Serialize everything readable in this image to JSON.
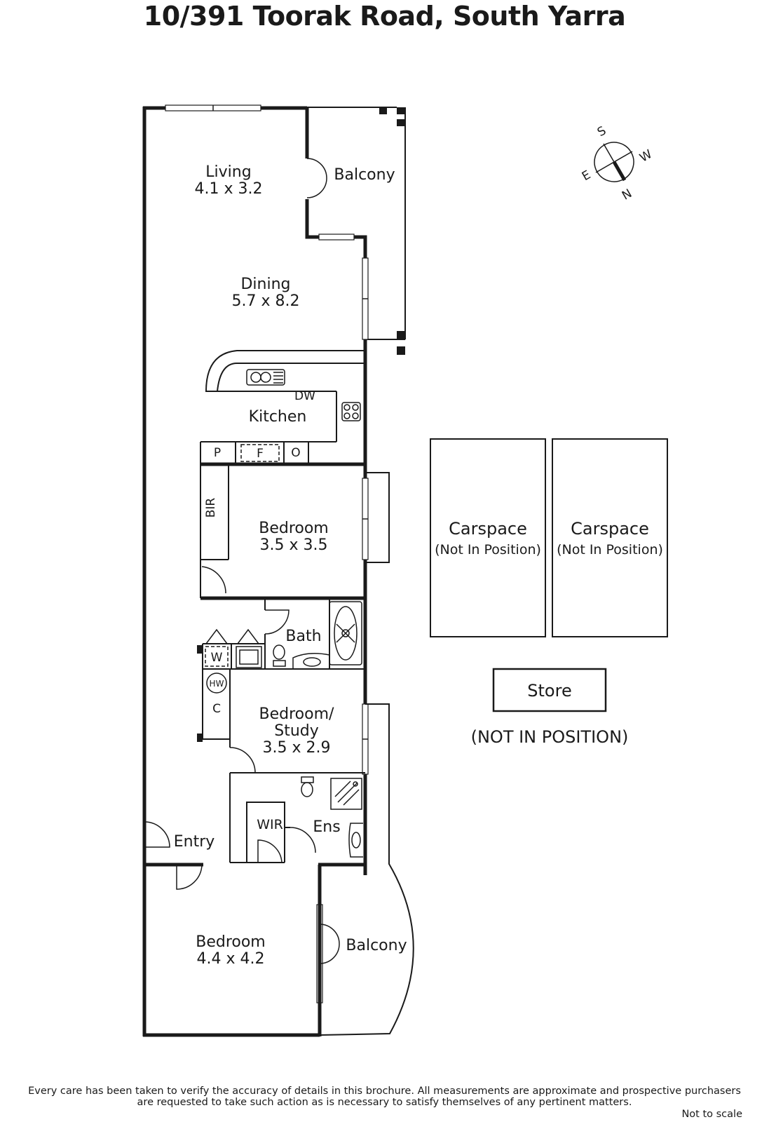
{
  "title": "10/391 Toorak Road, South Yarra",
  "rooms": {
    "living": {
      "name": "Living",
      "dims": "4.1 x 3.2"
    },
    "balcony_top": {
      "name": "Balcony"
    },
    "dining": {
      "name": "Dining",
      "dims": "5.7 x 8.2"
    },
    "kitchen": {
      "name": "Kitchen"
    },
    "bedroom2": {
      "name": "Bedroom",
      "dims": "3.5 x 3.5"
    },
    "bath": {
      "name": "Bath"
    },
    "study": {
      "name_line1": "Bedroom/",
      "name_line2": "Study",
      "dims": "3.5 x 2.9"
    },
    "wir": {
      "name": "WIR"
    },
    "ens": {
      "name": "Ens"
    },
    "entry": {
      "name": "Entry"
    },
    "bedroom1": {
      "name": "Bedroom",
      "dims": "4.4 x 4.2"
    },
    "balcony_bottom": {
      "name": "Balcony"
    }
  },
  "fixtures": {
    "dw": "DW",
    "pantry": "P",
    "fridge": "F",
    "oven": "O",
    "bir": "BIR",
    "washer": "W",
    "hot_water": "HW",
    "cupboard": "C"
  },
  "carspaces": [
    {
      "name": "Carspace",
      "note": "(Not In Position)"
    },
    {
      "name": "Carspace",
      "note": "(Not In Position)"
    }
  ],
  "store": {
    "name": "Store",
    "note": "(NOT IN POSITION)"
  },
  "compass": {
    "n": "N",
    "s": "S",
    "e": "E",
    "w": "W"
  },
  "disclaimer_line1": "Every care has been taken to verify the accuracy of details in this brochure.  All measurements are approximate and prospective purchasers",
  "disclaimer_line2": "are requested to take such action as is necessary to satisfy themselves of any pertinent matters.",
  "scale_note": "Not to scale",
  "colors": {
    "ink": "#1a1a1a",
    "background": "#ffffff"
  }
}
